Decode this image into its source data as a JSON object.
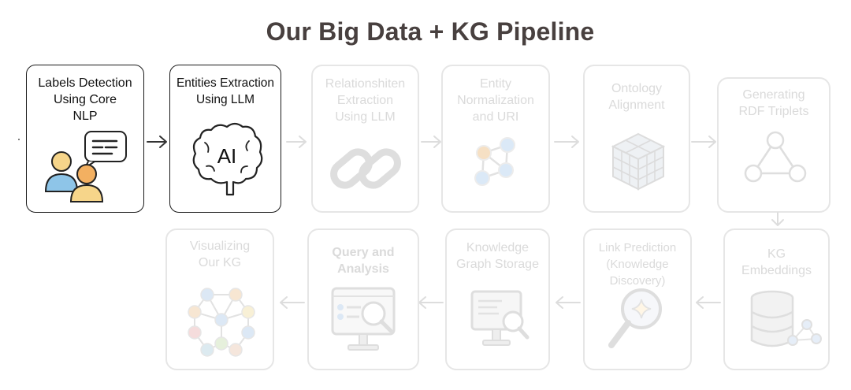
{
  "title": "Our Big Data + KG Pipeline",
  "steps": [
    {
      "label": "Labels Detection\nUsing Core\nNLP",
      "icon": "people-chat-icon",
      "state": "active"
    },
    {
      "label": "Entities Extraction\nUsing LLM",
      "icon": "ai-brain-icon",
      "icon_text": "AI",
      "state": "active"
    },
    {
      "label": "Relationshiten\nExtraction\nUsing LLM",
      "icon": "chain-link-icon",
      "state": "faded"
    },
    {
      "label": "Entity\nNormalization\nand URI",
      "icon": "node-graph-icon",
      "state": "faded"
    },
    {
      "label": "Ontology\nAlignment",
      "icon": "cube-grid-icon",
      "state": "faded"
    },
    {
      "label": "Generating\nRDF Triplets",
      "icon": "triangle-nodes-icon",
      "state": "faded"
    },
    {
      "label": "KG\nEmbeddings",
      "icon": "database-graph-icon",
      "state": "faded"
    },
    {
      "label": "Link Prediction\n(Knowledge Discovery)",
      "icon": "magnifier-sparkle-icon",
      "state": "faded"
    },
    {
      "label": "Knowledge\nGraph Storage",
      "icon": "monitor-search-icon",
      "state": "faded"
    },
    {
      "label": "Query and\nAnalysis",
      "icon": "dashboard-search-icon",
      "state": "faded"
    },
    {
      "label": "Visualizing\nOur KG",
      "icon": "network-graph-icon",
      "state": "faded"
    }
  ],
  "colors": {
    "title": "#48403f",
    "active_border": "#1a1a1a",
    "faded_border": "#e6e6e6",
    "faded_text": "#dadada",
    "person_blue": "#8ec5e8",
    "person_orange": "#f3b061",
    "skin": "#f6d58a"
  }
}
